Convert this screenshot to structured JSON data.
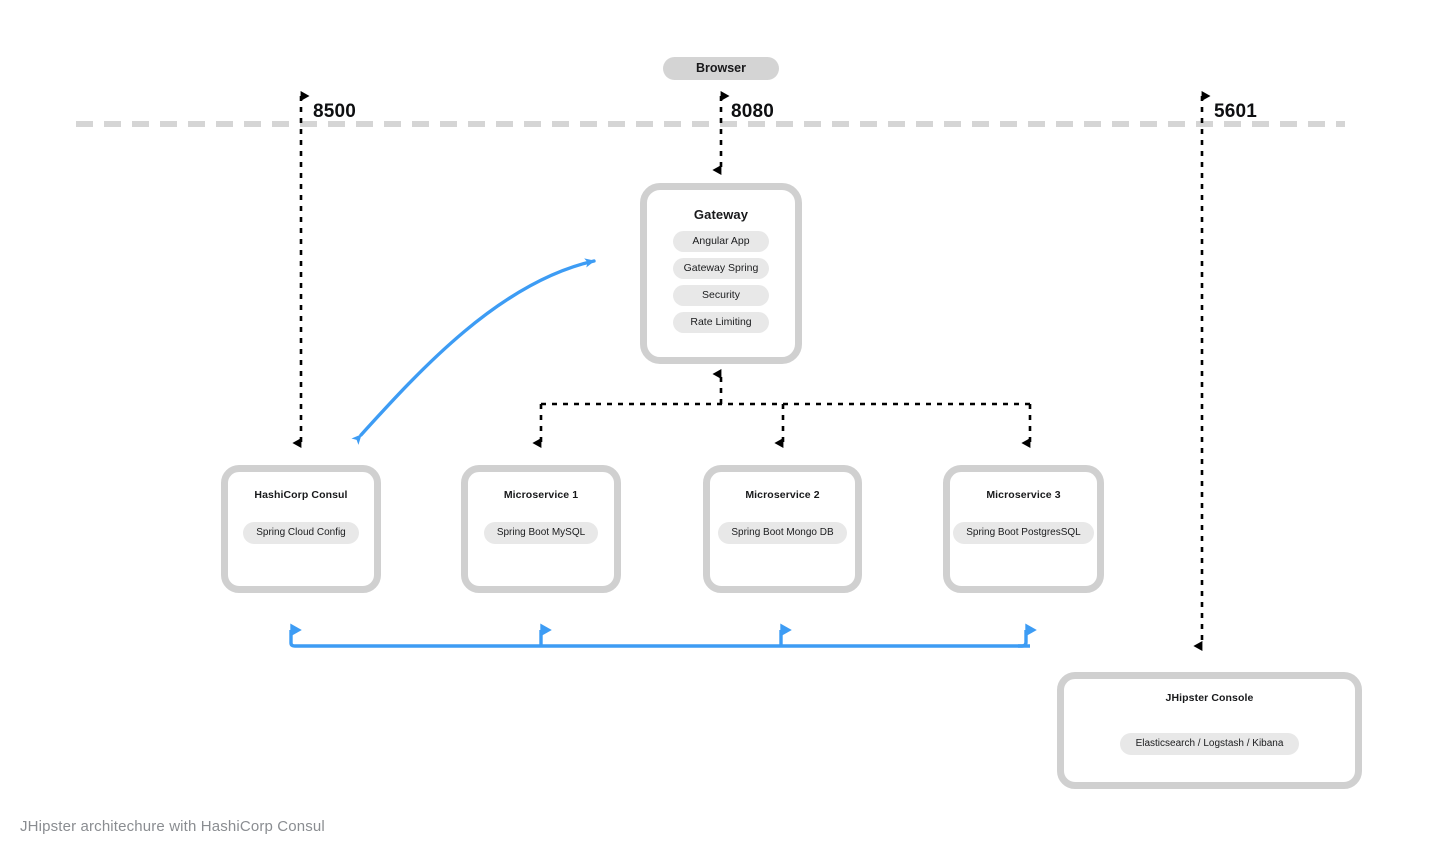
{
  "diagram": {
    "caption": "JHipster architechure with HashiCorp Consul",
    "colors": {
      "accent_blue": "#3d9cf4",
      "frame_grey": "#d0d0d0",
      "pill_grey": "#e8e8e8",
      "browser_pill_grey": "#d4d4d4",
      "divider_grey": "#d5d5d5",
      "arrow_black": "#000000",
      "caption_grey": "#8a8d91"
    }
  },
  "browser": {
    "label": "Browser"
  },
  "ports": {
    "consul": "8500",
    "gateway": "8080",
    "console": "5601"
  },
  "gateway": {
    "title": "Gateway",
    "components": [
      {
        "label": "Angular App"
      },
      {
        "label": "Gateway Spring"
      },
      {
        "label": "Security"
      },
      {
        "label": "Rate Limiting"
      }
    ]
  },
  "services": [
    {
      "title": "HashiCorp Consul",
      "component": "Spring Cloud Config"
    },
    {
      "title": "Microservice 1",
      "component": "Spring Boot MySQL"
    },
    {
      "title": "Microservice 2",
      "component": "Spring Boot Mongo DB"
    },
    {
      "title": "Microservice 3",
      "component": "Spring Boot PostgresSQL"
    }
  ],
  "console": {
    "title": "JHipster Console",
    "component": "Elasticsearch / Logstash / Kibana"
  },
  "connections": [
    {
      "name": "browser-to-gateway",
      "style": "dashed",
      "color": "#000000",
      "direction": "bidirectional",
      "port": "8080"
    },
    {
      "name": "boundary-to-consul",
      "style": "dashed",
      "color": "#000000",
      "direction": "bidirectional",
      "port": "8500"
    },
    {
      "name": "boundary-to-console",
      "style": "dashed",
      "color": "#000000",
      "direction": "bidirectional",
      "port": "5601"
    },
    {
      "name": "gateway-to-microservices",
      "style": "dashed",
      "color": "#000000",
      "direction": "bidirectional"
    },
    {
      "name": "gateway-to-consul-registry",
      "style": "solid",
      "color": "#3d9cf4",
      "direction": "bidirectional"
    },
    {
      "name": "services-logging-bus",
      "style": "solid",
      "color": "#3d9cf4",
      "direction": "up"
    }
  ],
  "boundary": {
    "name": "network-boundary",
    "style": "dashed"
  }
}
